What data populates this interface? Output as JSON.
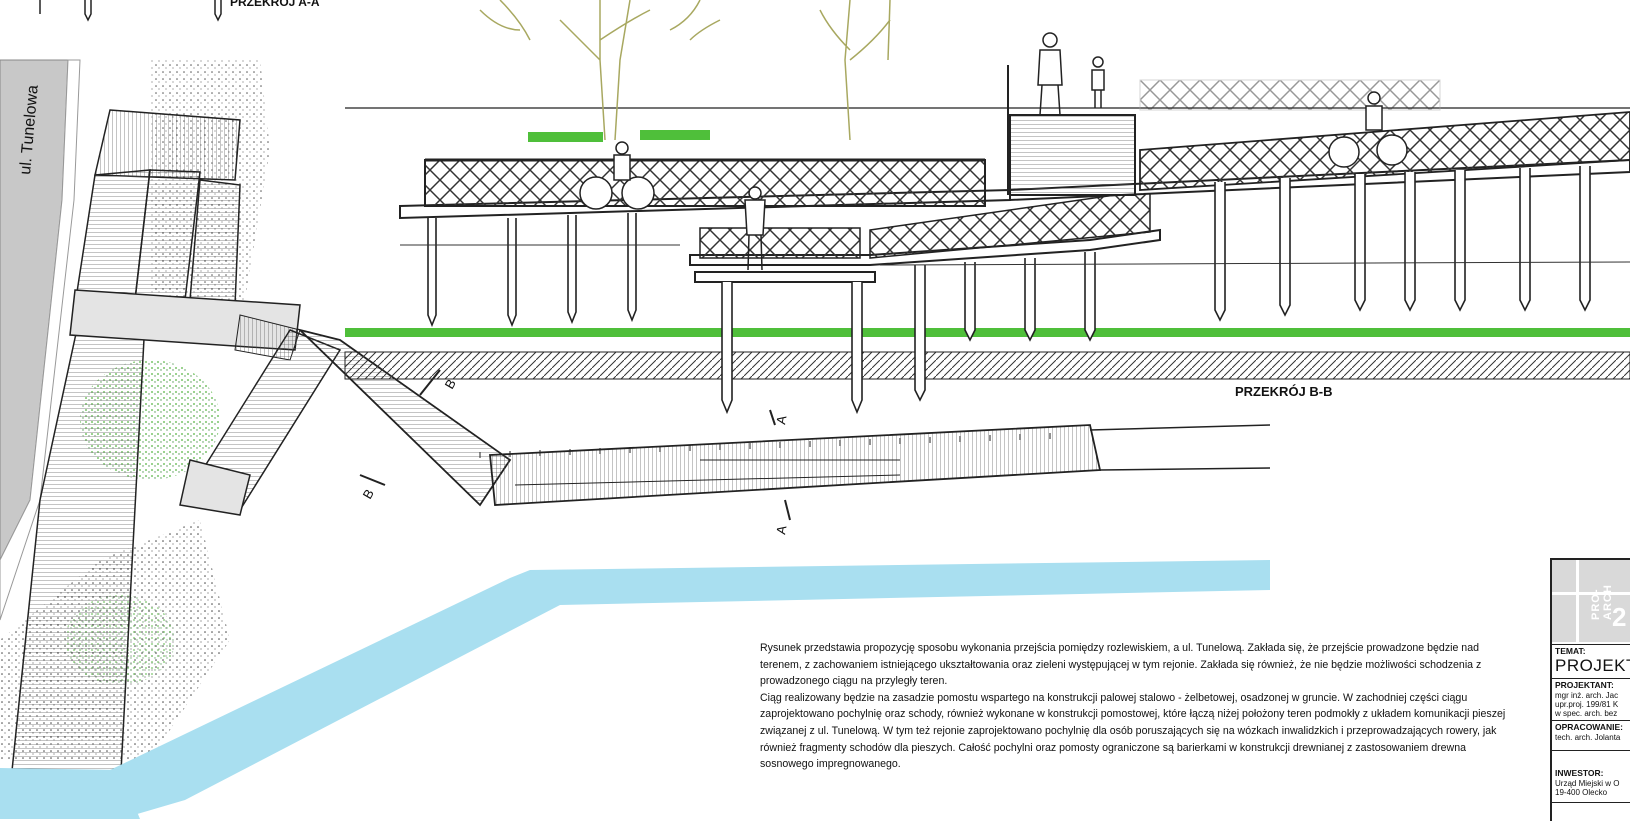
{
  "labels": {
    "street": "ul. Tunelowa",
    "section_top": "PRZEKRÓJ A-A",
    "section_bb": "PRZEKRÓJ B-B",
    "cut_b1": "B",
    "cut_b2": "B",
    "cut_a1": "A",
    "cut_a2": "A"
  },
  "description": [
    "Rysunek przedstawia propozycję sposobu wykonania przejścia pomiędzy rozlewiskiem, a ul. Tunelową. Zakłada się, że przejście prowadzone będzie nad",
    "terenem, z zachowaniem istniejącego ukształtowania oraz zieleni występującej w tym rejonie. Zakłada się również, że nie będzie możliwości schodzenia z",
    "prowadzonego ciągu  na przyległy teren.",
    "Ciąg realizowany będzie na zasadzie pomostu wspartego na konstrukcji palowej stalowo - żelbetowej, osadzonej w gruncie. W zachodniej części ciągu",
    "zaprojektowano pochylnię oraz schody, również wykonane w konstrukcji pomostowej, które łączą niżej położony teren podmokły z układem komunikacji pieszej",
    "związanej z ul. Tunelową.  W tym też rejonie zaprojektowano pochylnię dla osób poruszających się na wózkach inwalidzkich i przeprowadzających rowery, jak",
    "również fragmenty schodów dla pieszych. Całość pochylni oraz pomosty ograniczone są barierkami w konstrukcji drewnianej z zastosowaniem drewna",
    "sosnowego impregnowanego."
  ],
  "title_block": {
    "logo_text": "PRO-ARCH",
    "logo_number": "2",
    "temat_label": "TEMAT:",
    "temat_value": "PROJEKT",
    "projektant_label": "PROJEKTANT:",
    "projektant_lines": [
      "mgr inż. arch. Jac",
      "upr.proj. 199/81 K",
      "w spec. arch. bez"
    ],
    "opracowanie_label": "OPRACOWANIE:",
    "opracowanie_value": "tech. arch. Jolanta",
    "inwestor_label": "INWESTOR:",
    "inwestor_lines": [
      "Urząd Miejski w O",
      "19-400 Olecko"
    ]
  },
  "colors": {
    "water": "#a9dff0",
    "grass": "#4fbf3a",
    "tree": "#b8b86a",
    "line": "#222222",
    "deck": "#d8d8d8",
    "street": "#c8c8c8"
  }
}
